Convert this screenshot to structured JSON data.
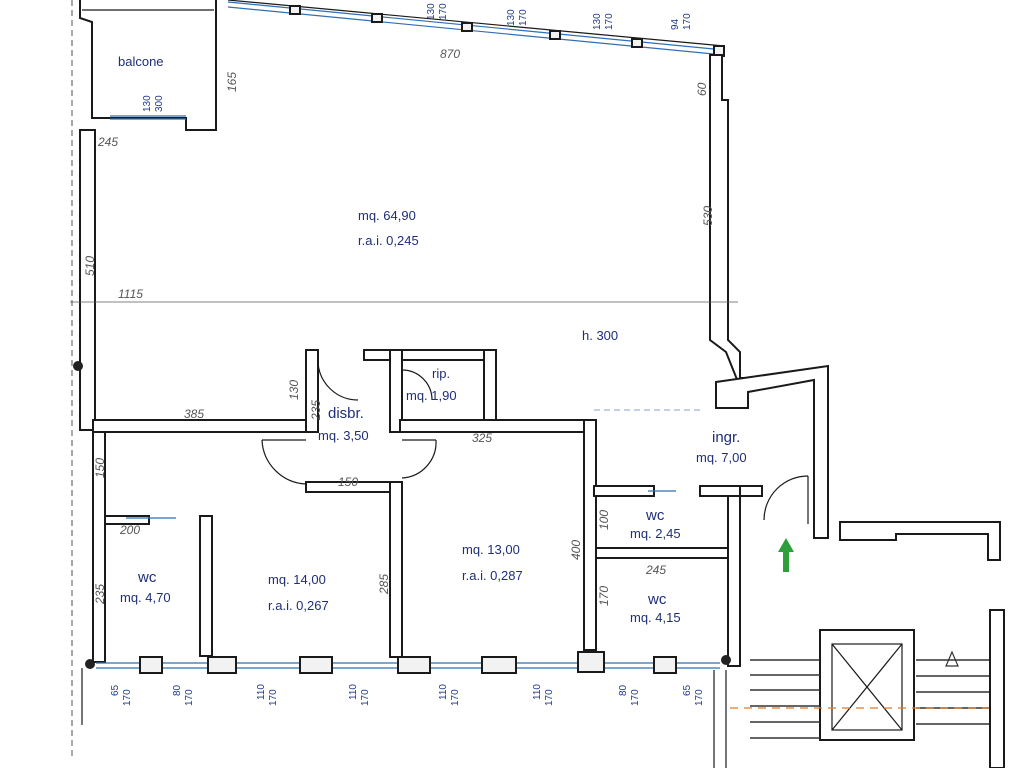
{
  "rooms": {
    "balcone": {
      "name": "balcone"
    },
    "living": {
      "area": "mq. 64,90",
      "rai": "r.a.i. 0,245"
    },
    "height": {
      "label": "h. 300"
    },
    "ripostiglio": {
      "name": "rip.",
      "area": "mq. 1,90"
    },
    "disimpegno": {
      "name": "disbr.",
      "area": "mq. 3,50"
    },
    "ingresso": {
      "name": "ingr.",
      "area": "mq. 7,00"
    },
    "wc_small": {
      "name": "wc",
      "area": "mq. 2,45"
    },
    "wc_right": {
      "name": "wc",
      "area": "mq. 4,15"
    },
    "wc_left": {
      "name": "wc",
      "area": "mq. 4,70"
    },
    "room_14": {
      "area": "mq. 14,00",
      "rai": "r.a.i. 0,267"
    },
    "room_13": {
      "area": "mq. 13,00",
      "rai": "r.a.i. 0,287"
    }
  },
  "dimensions": {
    "d870": "870",
    "d165": "165",
    "d245_top": "245",
    "d510": "510",
    "d1115": "1115",
    "d530": "530",
    "d60": "60",
    "d385": "385",
    "d130": "130",
    "d235_door": "235",
    "d325": "325",
    "d150_left": "150",
    "d150_mid": "150",
    "d200": "200",
    "d235_left": "235",
    "d285": "285",
    "d400": "400",
    "d100": "100",
    "d245_right": "245",
    "d170": "170"
  },
  "windows_top": [
    {
      "a": "130",
      "b": "170"
    },
    {
      "a": "130",
      "b": "170"
    },
    {
      "a": "130",
      "b": "170"
    },
    {
      "a": "94",
      "b": "170"
    }
  ],
  "window_balcone": {
    "a": "130",
    "b": "300"
  },
  "windows_bottom": [
    {
      "a": "65",
      "b": "170"
    },
    {
      "a": "80",
      "b": "170"
    },
    {
      "a": "110",
      "b": "170"
    },
    {
      "a": "110",
      "b": "170"
    },
    {
      "a": "110",
      "b": "170"
    },
    {
      "a": "110",
      "b": "170"
    },
    {
      "a": "80",
      "b": "170"
    },
    {
      "a": "65",
      "b": "170"
    }
  ],
  "colors": {
    "walls": "#1a1a1a",
    "text": "#1f2e7a",
    "windows": "#2f6fb5",
    "entry_arrow": "#2e9e3a",
    "cut_line": "#e07a2a"
  }
}
